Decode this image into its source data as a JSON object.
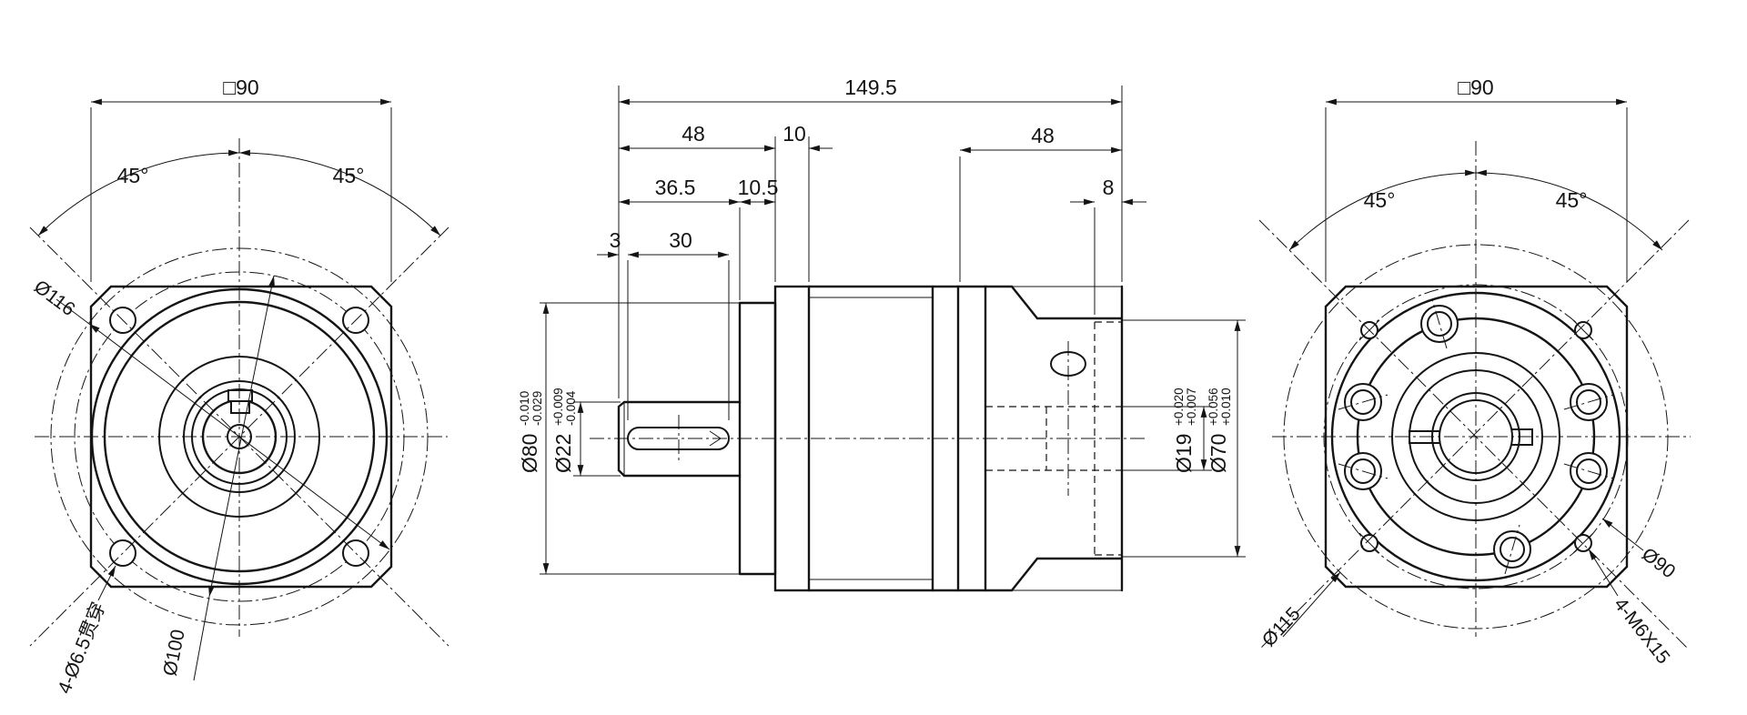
{
  "drawing": {
    "front": {
      "square": "□90",
      "angle_left": "45°",
      "angle_right": "45°",
      "dia_outer": "Ø116",
      "dia_bolt_circle": "Ø100",
      "holes": "4-Ø6.5贯穿"
    },
    "side": {
      "total": "149.5",
      "front_len": "48",
      "flange_th": "10",
      "boss_len": "36.5",
      "pilot_len": "10.5",
      "key_gap": "3",
      "key_len": "30",
      "rear_len": "48",
      "recess_depth": "8",
      "dia80": {
        "v": "Ø80",
        "u": "-0.010",
        "l": "-0.029"
      },
      "dia22": {
        "v": "Ø22",
        "u": "+0.009",
        "l": "-0.004"
      },
      "dia19": {
        "v": "Ø19",
        "u": "+0.020",
        "l": "+0.007"
      },
      "dia70": {
        "v": "Ø70",
        "u": "+0.056",
        "l": "+0.010"
      }
    },
    "rear": {
      "square": "□90",
      "angle_left": "45°",
      "angle_right": "45°",
      "dia_bolt_circle": "Ø90",
      "tapped_holes": "4-M6X15",
      "dia_corner": "Ø115"
    }
  }
}
